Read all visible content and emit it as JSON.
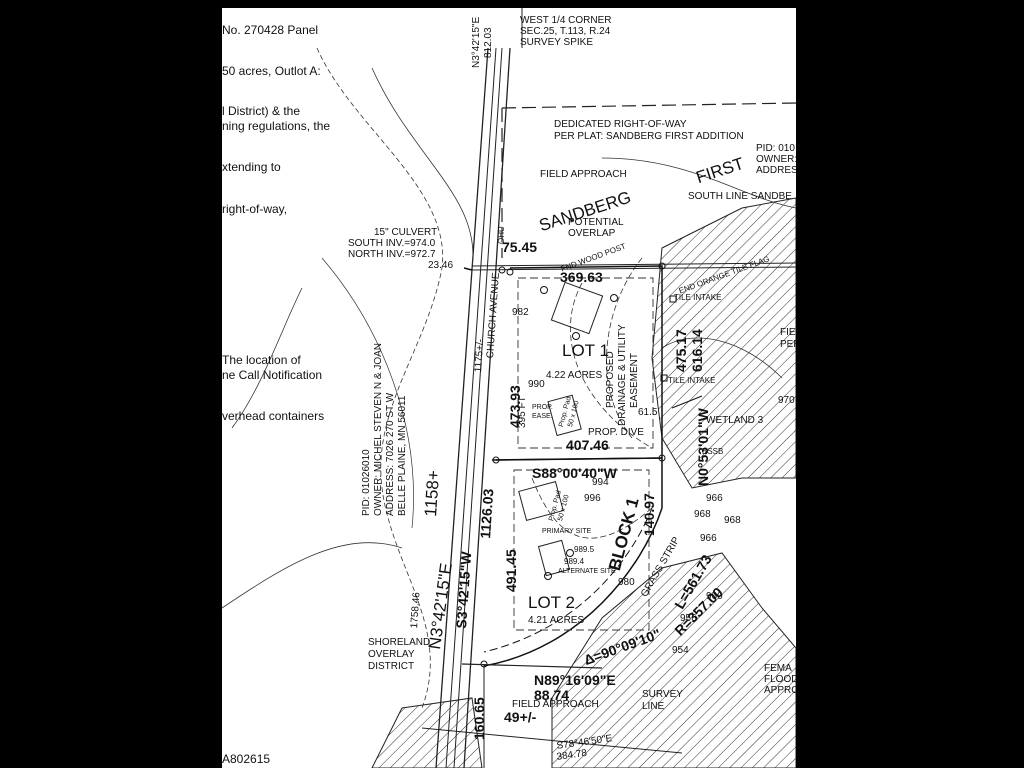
{
  "left_text": [
    "No. 270428 Panel",
    "50 acres, Outlot A:",
    "l District) & the",
    "ning regulations, the",
    "xtending to",
    "right-of-way,",
    "The location of",
    "ne Call Notification",
    "verhead containers",
    "A802615"
  ],
  "labels": {
    "west_corner": [
      "WEST 1/4 CORNER",
      "SEC.25, T.113, R.24",
      "SURVEY SPIKE"
    ],
    "north_bearing": "N3°42'15\"E",
    "north_dist": "812.03",
    "dedicated": [
      "DEDICATED RIGHT-OF-WAY",
      "PER PLAT: SANDBERG FIRST ADDITION"
    ],
    "field_approach_top": "FIELD APPROACH",
    "sandberg": "SANDBERG",
    "first": "FIRST",
    "pid_right": [
      "PID: 010",
      "OWNER:",
      "ADDRES"
    ],
    "south_line": "SOUTH LINE SANDBE",
    "potential_overlap": [
      "POTENTIAL",
      "OVERLAP"
    ],
    "culvert": [
      "15\" CULVERT",
      "SOUTH INV.=974.0",
      "NORTH INV.=972.7"
    ],
    "d_7545": "75.45",
    "d_2346": "23.46",
    "fnd_wood_post": "FND WOOD POST",
    "d_36963": "369.63",
    "end_orange": "END ORANGE TILE FLAG",
    "tile_intake_1": "TILE INTAKE",
    "tile_intake_2": "TILE INTAKE",
    "fie": "FIE",
    "per": "PER",
    "lot1": "LOT 1",
    "lot1_acres": "4.22 ACRES",
    "proposed_drainage": [
      "PROPOSED",
      "DRAINAGE & UTILITY",
      "EASEMENT"
    ],
    "d_47517": "475.17",
    "d_61614": "616.14",
    "wetland": "WETLAND 3",
    "d_970": "970",
    "d_615": "61.5",
    "prop_dive": "PROP. DIVE",
    "d_40746": "407.46",
    "s88": "S88°00'40\"W",
    "n0": "N0°53'01\"W",
    "d_14097": "140.97",
    "block": "BLOCK 1",
    "church_ave": "CHURCH AVENUE",
    "d_1175": "1175+/-",
    "d_47393": "473.93",
    "d_395": "395 FT",
    "d_982": "982",
    "d_990": "990",
    "d_1158": "1158+",
    "pid_left": [
      "PID: 01026010",
      "OWNER: MICHEL STEVEN N & JOAN",
      "ADDRESS: 7026 270 ST W",
      "BELLE PLAINE, MN 56011"
    ],
    "d_112603": "1126.03",
    "d_49145": "491.45",
    "s3": "S3°42'15\"W",
    "n3_big": "N3°42'15\"E",
    "d_175846": "1758.46",
    "lot2": "LOT 2",
    "lot2_acres": "4.21 ACRES",
    "grass_strip": "GRASS STRIP",
    "l_56173": "L=561.73",
    "delta": "Δ=90°09'10\"",
    "r_357": "R=357.00",
    "primary_site": "PRIMARY SITE",
    "alternate_site": "ALTERNATE SITE",
    "d_9895": "989.5",
    "d_9894": "989.4",
    "d_966a": "966",
    "d_966b": "966",
    "d_968a": "968",
    "d_968b": "968",
    "d_960": "960",
    "d_956": "956",
    "d_954": "954",
    "d_996": "996",
    "d_994": "994",
    "d_980": "980",
    "shoreland": [
      "SHORELAND",
      "OVERLAY",
      "DISTRICT"
    ],
    "n89": "N89°16'09\"E",
    "d_8874": "88.74",
    "field_approach_bot": "FIELD APPROACH",
    "d_49": "49+/-",
    "survey_line": [
      "SURVEY",
      "LINE"
    ],
    "s78": "S78°46'50\"E",
    "d_38478": "384.78",
    "d_16065": "160.65",
    "fema": [
      "FEMA",
      "FLOOD",
      "APPRO"
    ],
    "prop_ease": [
      "PROP.",
      "EASE."
    ],
    "prop_pad1": [
      "Prop. Pad",
      "50 x 100"
    ],
    "prop_pad2": [
      "Prop. Pad",
      "50 x 100"
    ],
    "ohu": "OHU",
    "bssb": "BSSB"
  }
}
